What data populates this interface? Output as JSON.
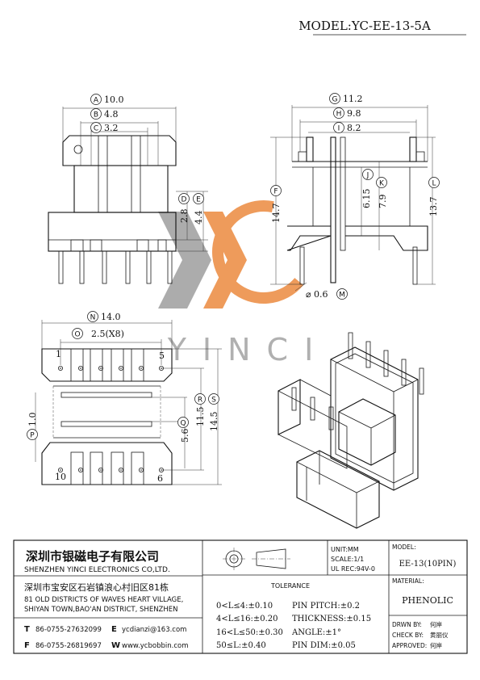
{
  "title": {
    "model": "MODEL:YC-EE-13-5A"
  },
  "watermark": {
    "text": "YINCI",
    "color_orange": "#e8823a",
    "color_gray": "#9a9a9a"
  },
  "front_view": {
    "dims": [
      {
        "id": "A",
        "text": "10.0"
      },
      {
        "id": "B",
        "text": "4.8"
      },
      {
        "id": "C",
        "text": "3.2"
      },
      {
        "id": "D",
        "text": "2.8"
      },
      {
        "id": "E",
        "text": "4.4"
      }
    ]
  },
  "side_view": {
    "dims": [
      {
        "id": "G",
        "text": "11.2"
      },
      {
        "id": "H",
        "text": "9.8"
      },
      {
        "id": "I",
        "text": "8.2"
      },
      {
        "id": "F",
        "text": "14.7"
      },
      {
        "id": "J",
        "text": "6.15"
      },
      {
        "id": "K",
        "text": "7.9"
      },
      {
        "id": "L",
        "text": "13.7"
      },
      {
        "id": "M",
        "text": "0.6",
        "prefix": "⌀"
      }
    ]
  },
  "bottom_view": {
    "dims": [
      {
        "id": "N",
        "text": "14.0"
      },
      {
        "id": "O",
        "text": "2.5(X8)"
      },
      {
        "id": "P",
        "text": "1.0"
      },
      {
        "id": "Q",
        "text": "5.6"
      },
      {
        "id": "R",
        "text": "11.5"
      },
      {
        "id": "S",
        "text": "14.5"
      }
    ],
    "pin_labels": [
      "1",
      "5",
      "10",
      "6"
    ]
  },
  "title_block": {
    "company_cn": "深圳市银磁电子有限公司",
    "company_en": "SHENZHEN YINCI ELECTRONICS CO,LTD.",
    "address_cn": "深圳市宝安区石岩镇浪心村旧区81栋",
    "address_en_1": "81 OLD DISTRICTS OF WAVES HEART VILLAGE,",
    "address_en_2": "SHIYAN TOWN,BAO'AN DISTRICT, SHENZHEN",
    "tel_label": "T",
    "tel": "86-0755-27632099",
    "email_label": "E",
    "email": "ycdianzi@163.com",
    "fax_label": "F",
    "fax": "86-0755-26819697",
    "web_label": "W",
    "web": "www.ycbobbin.com",
    "unit": "UNIT:MM",
    "scale": "SCALE:1/1",
    "ul_rec": "UL REC:94V-0",
    "model_label": "MODEL:",
    "model_value": "EE-13(10PIN)",
    "tolerance_title": "TOLERANCE",
    "tolerances_left": [
      "0<L≤4:±0.10",
      "4<L≤16:±0.20",
      "16<L≤50:±0.30",
      "50≤L:±0.40"
    ],
    "tolerances_right": [
      "PIN PITCH:±0.2",
      "THICKNESS:±0.15",
      "ANGLE:±1°",
      "PIN DIM:±0.05"
    ],
    "material_label": "MATERIAL:",
    "material_value": "PHENOLIC",
    "drawn_by": "DRWN BY:",
    "drawn_name": "何岸",
    "check_by": "CHECK BY:",
    "check_name": "黄丽仪",
    "approved": "APPROVED:",
    "approved_name": "何岸"
  }
}
